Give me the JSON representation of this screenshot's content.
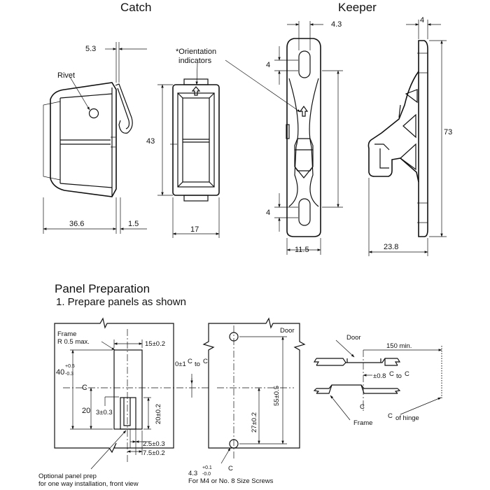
{
  "titles": {
    "catch": "Catch",
    "keeper": "Keeper",
    "panel_prep": "Panel Preparation",
    "panel_step": "1. Prepare panels as shown"
  },
  "catch": {
    "dim_top": "5.3",
    "rivet_label": "Rivet",
    "dim_width": "36.6",
    "dim_small": "1.5",
    "orientation_label_1": "*Orientation",
    "orientation_label_2": "indicators",
    "dim_height": "43",
    "dim_front_width": "17"
  },
  "keeper": {
    "dim_slot_width": "4.3",
    "dim_side_thickness": "4",
    "dim_slot_top": "4",
    "dim_slot_bottom": "4",
    "dim_height": "73",
    "dim_front_width": "11.5",
    "dim_side_depth": "23.8"
  },
  "panel": {
    "frame_label_1": "Frame",
    "frame_label_2": "R 0.5 max.",
    "dim_cut_width": "15±0.2",
    "dim_cut_height_main": "40",
    "tol_plus": "+0.5",
    "tol_minus": "-0.3",
    "cl_symbol": "C",
    "dim_20": "20",
    "dim_3": "3±0.3",
    "dim_20_tol": "20±0.2",
    "dim_2_5": "2.5±0.3",
    "dim_7_5": "7.5±0.2",
    "optional_1": "Optional panel prep",
    "optional_2": "for one way installation, front view",
    "offset_label": "0±1",
    "to_label": "to",
    "door_label": "Door",
    "dim_55": "55±0.5",
    "dim_27": "27±0.2",
    "hole_tol_plus": "+0.1",
    "hole_tol_minus": "-0.0",
    "hole_dim": "4.3",
    "screw_note": "For M4 or No. 8 Size Screws"
  },
  "section": {
    "door_label": "Door",
    "dim_150": "150 min.",
    "dim_0_8": "±0.8",
    "to_label": "to",
    "frame_label": "Frame",
    "of_hinge": "of hinge"
  }
}
